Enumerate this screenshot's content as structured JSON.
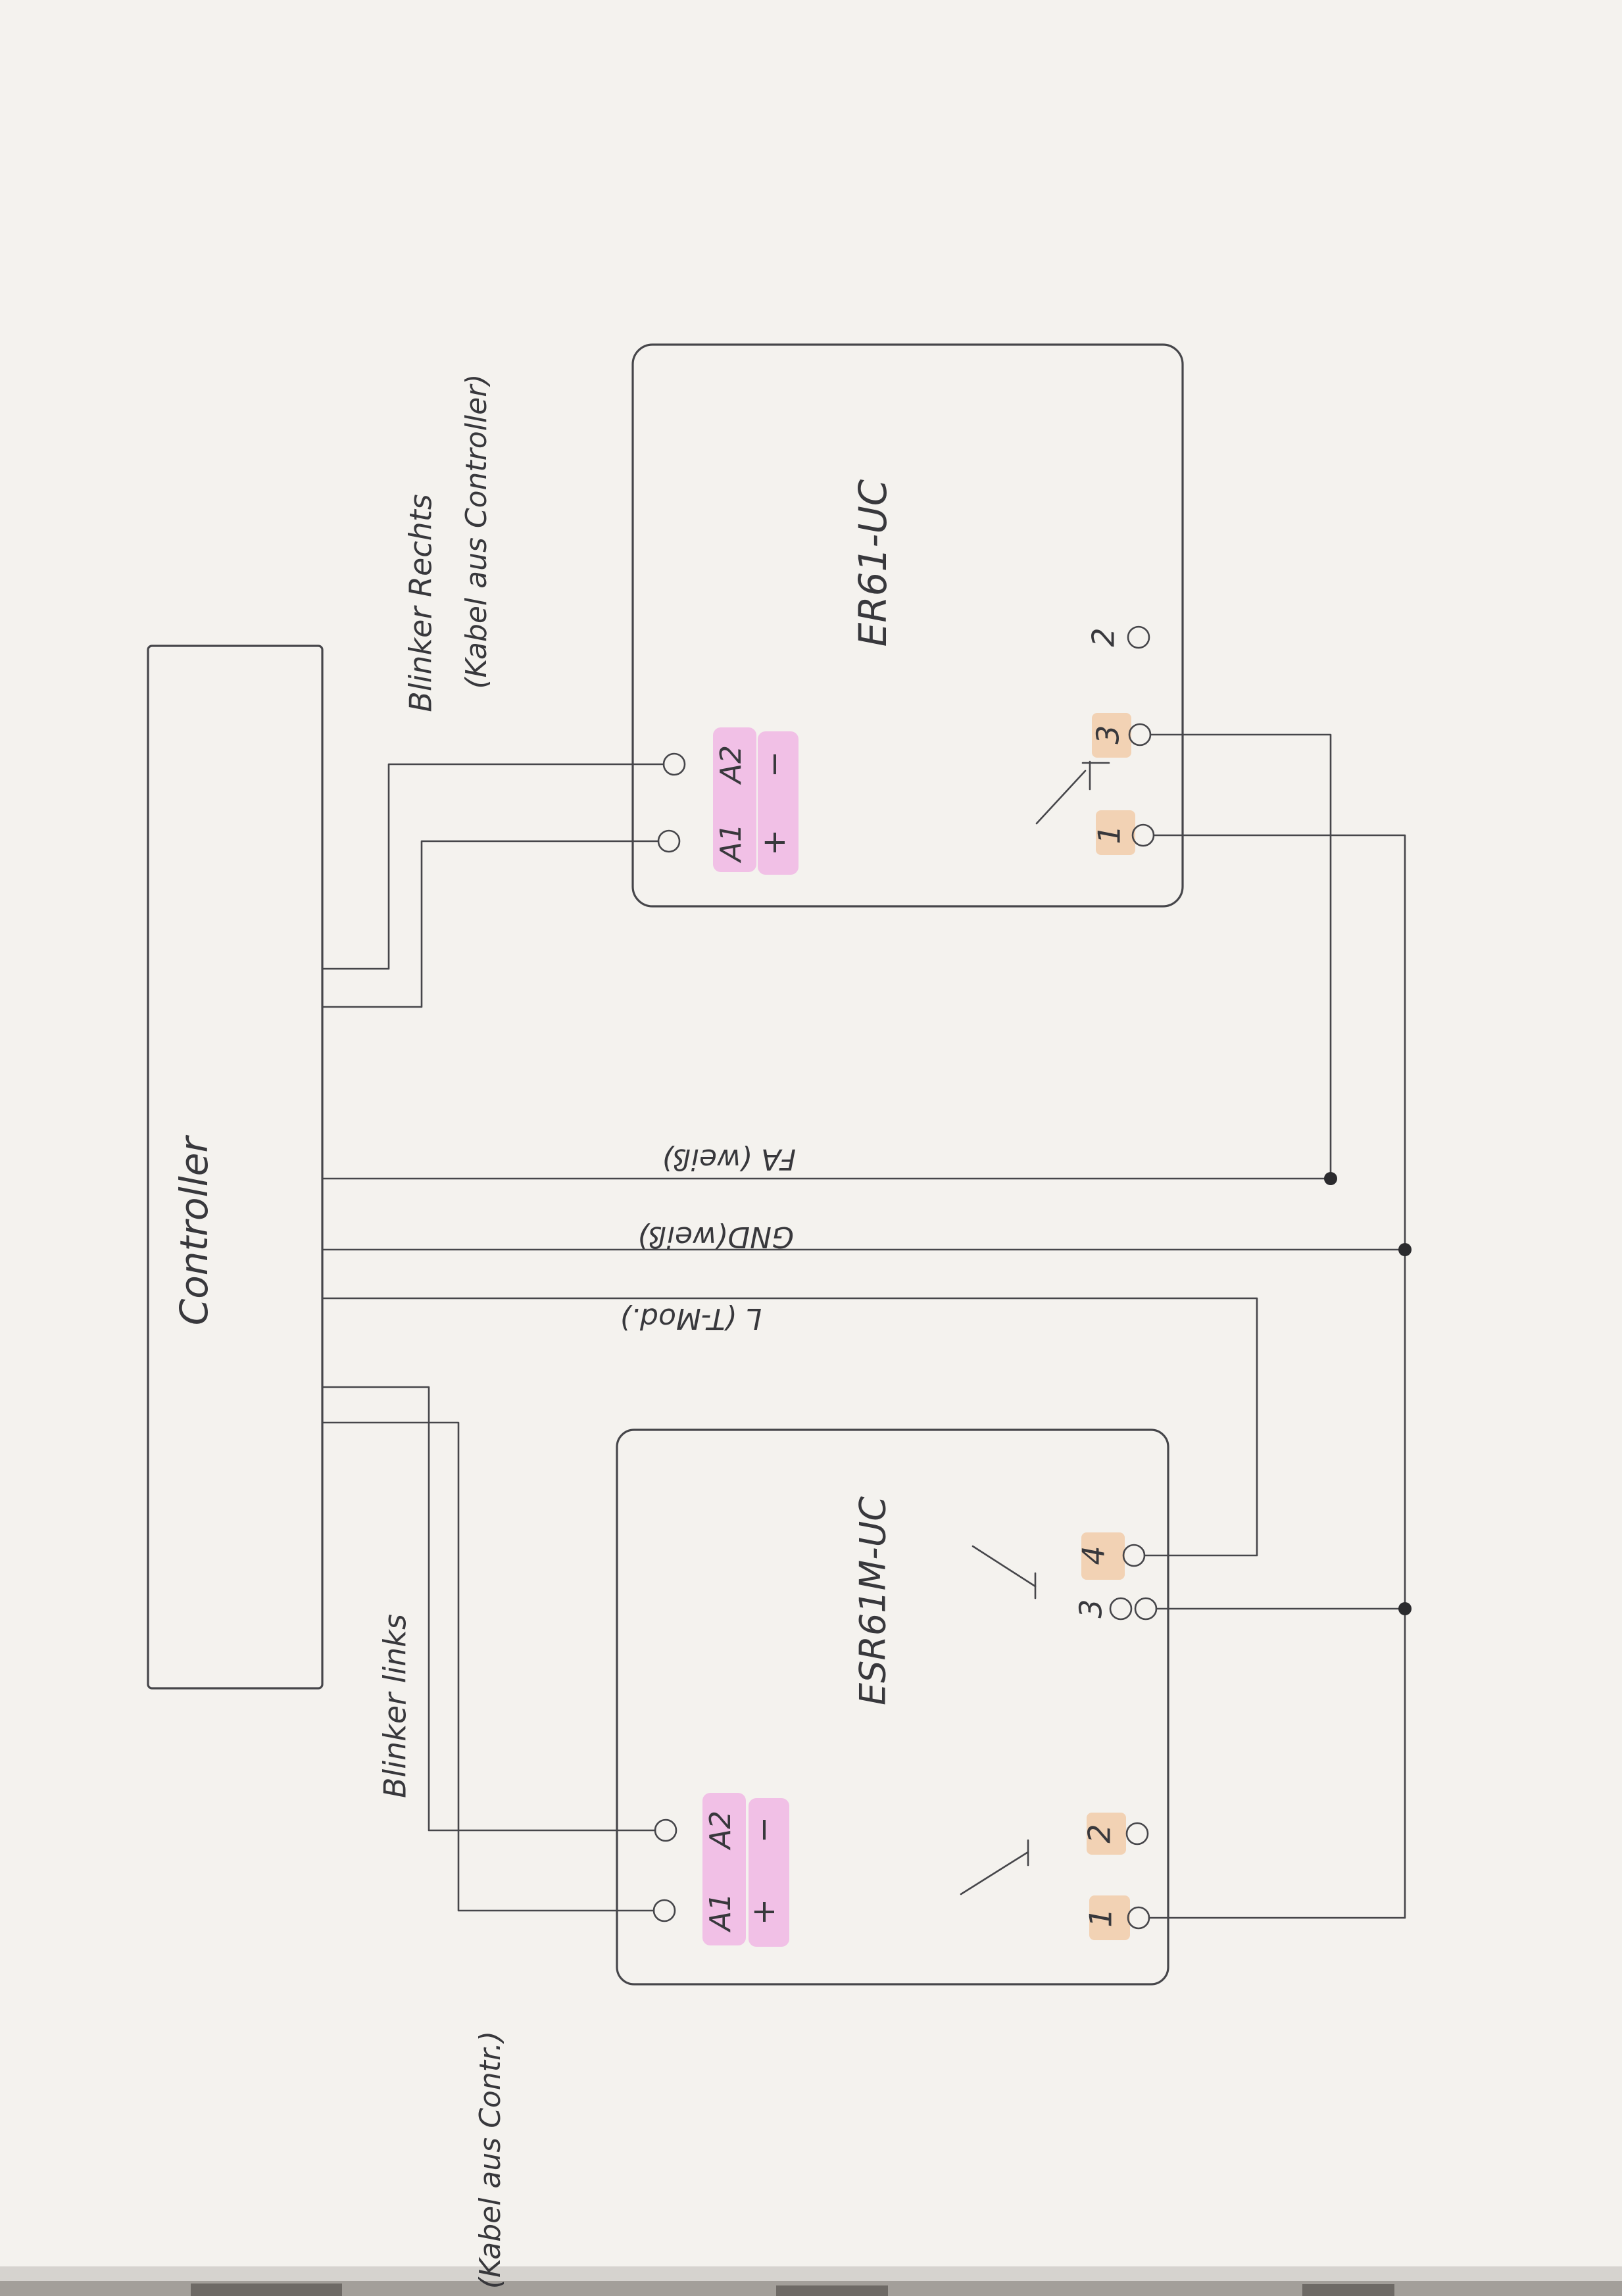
{
  "diagram": {
    "controller": {
      "label": "Controller"
    },
    "module_top": {
      "name": "ER61-UC",
      "coil": {
        "a1": "A1",
        "a2": "A2",
        "plus": "+",
        "minus": "−"
      },
      "contacts": {
        "t1": "1",
        "t2": "2",
        "t3": "3"
      }
    },
    "module_bottom": {
      "name": "ESR61M-UC",
      "coil": {
        "a1": "A1",
        "a2": "A2",
        "plus": "+",
        "minus": "−"
      },
      "contacts": {
        "t1": "1",
        "t2": "2",
        "t3": "3",
        "t4": "4"
      }
    },
    "annotations": {
      "blinker_rechts": "Blinker Rechts",
      "kabel_aus_controller": "(Kabel aus Controller)",
      "blinker_links": "Blinker links",
      "kabel_aus_contr": "(Kabel aus Contr.)"
    },
    "wires": {
      "fa": "FA (weiß)",
      "gnd": "GND(weiß)",
      "l": "L (T-Mod.)"
    },
    "colors": {
      "pencil": "#46464a",
      "text": "#38383c",
      "highlight_pink": "#ee82dc",
      "highlight_peach": "#f0a25c",
      "paper": "#f4f2ee"
    }
  }
}
